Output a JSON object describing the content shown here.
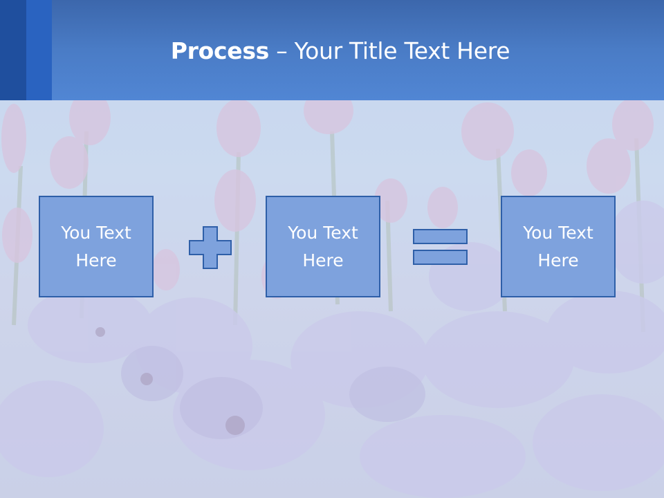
{
  "slide": {
    "title_bold": "Process",
    "title_rest": " – Your Title Text Here"
  },
  "process": {
    "boxes": [
      {
        "text": "You Text\nHere"
      },
      {
        "text": "You Text\nHere"
      },
      {
        "text": "You Text\nHere"
      }
    ],
    "operators": [
      "plus",
      "equals"
    ]
  },
  "colors": {
    "header": "#4a7cc6",
    "header_accent_dark": "#1f4f9e",
    "header_accent_mid": "#2a63c0",
    "box_fill": "#7ea2dd",
    "box_border": "#2e5fa8",
    "text": "#ffffff"
  }
}
